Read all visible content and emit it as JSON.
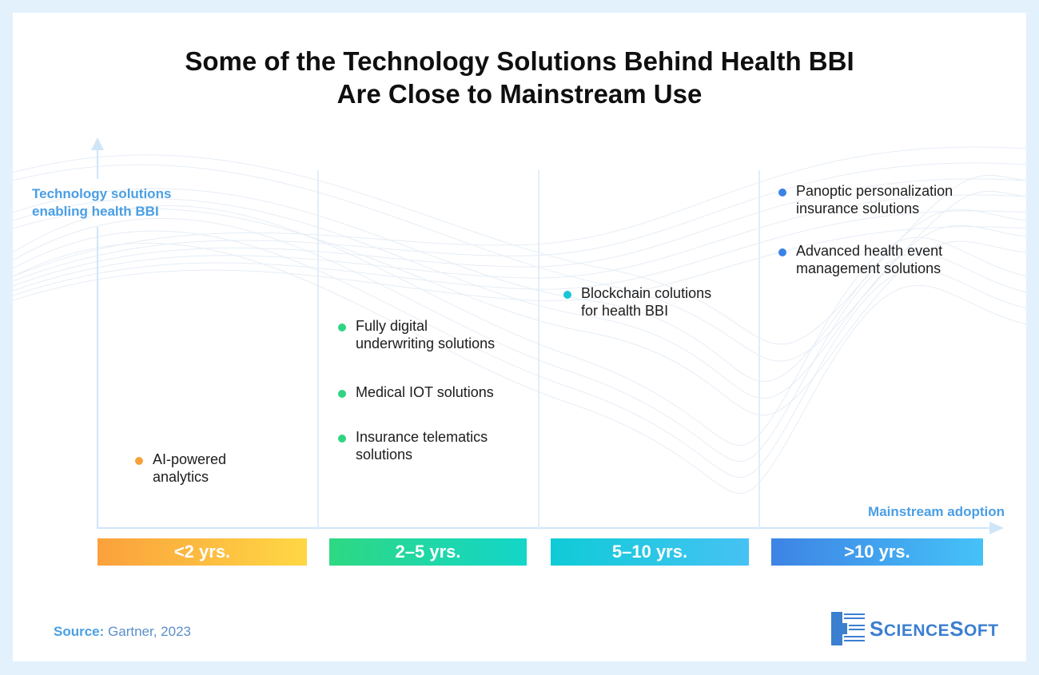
{
  "title_lines": [
    "Some of the Technology Solutions Behind Health BBI",
    "Are Close to Mainstream Use"
  ],
  "y_axis_label_lines": [
    "Technology solutions",
    "enabling health BBI"
  ],
  "x_axis_label": "Mainstream adoption",
  "colors": {
    "orange": "#f7a13b",
    "green": "#2fd483",
    "teal": "#19c6d6",
    "blue": "#3b82e6",
    "axis": "#cfe6f8",
    "label_blue": "#4a9fe4"
  },
  "columns": [
    {
      "range_label": "<2 yrs.",
      "dot_color": "#f7a13b",
      "items": [
        {
          "lines": [
            "AI-powered",
            "analytics"
          ]
        }
      ]
    },
    {
      "range_label": "2–5 yrs.",
      "dot_color": "#2fd483",
      "items": [
        {
          "lines": [
            "Fully digital",
            "underwriting solutions"
          ]
        },
        {
          "lines": [
            "Medical IOT solutions"
          ]
        },
        {
          "lines": [
            "Insurance telematics",
            "solutions"
          ]
        }
      ]
    },
    {
      "range_label": "5–10 yrs.",
      "dot_color": "#19c6d6",
      "items": [
        {
          "lines": [
            "Blockchain colutions",
            "for health BBI"
          ]
        }
      ]
    },
    {
      "range_label": ">10 yrs.",
      "dot_color": "#3b82e6",
      "items": [
        {
          "lines": [
            "Panoptic personalization",
            "insurance solutions"
          ]
        },
        {
          "lines": [
            "Advanced health event",
            "management solutions"
          ]
        }
      ]
    }
  ],
  "source": {
    "label": "Source:",
    "text": "Gartner, 2023"
  },
  "logo": {
    "big1": "S",
    "small1": "CIENCE",
    "big2": "S",
    "small2": "OFT",
    "icon": "scienceSoft-logo-icon"
  }
}
